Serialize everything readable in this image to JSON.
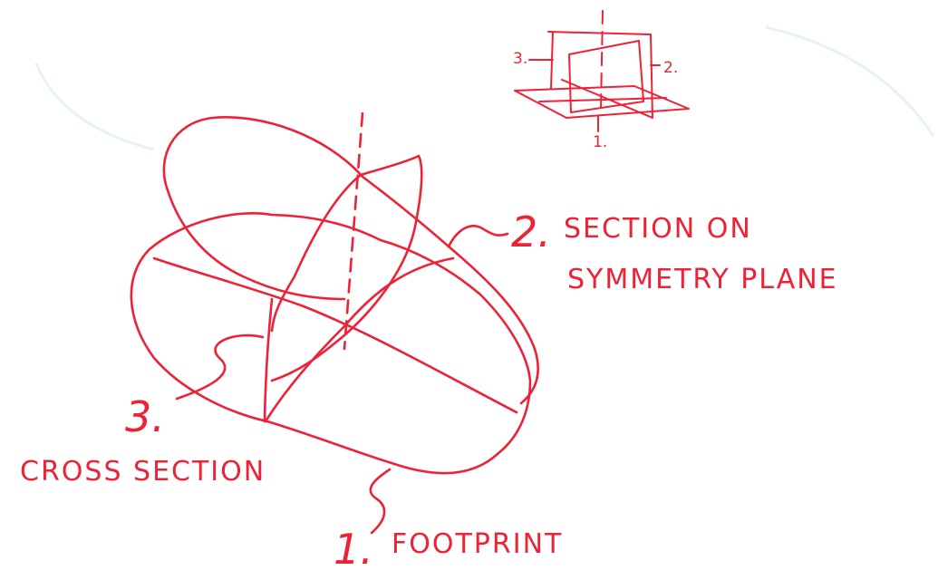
{
  "labels": {
    "footprint": {
      "number": "1.",
      "text": "FOOTPRINT"
    },
    "section": {
      "number": "2.",
      "line1": "SECTION ON",
      "line2": "SYMMETRY PLANE"
    },
    "cross": {
      "number": "3.",
      "text": "CROSS SECTION"
    }
  },
  "inset": {
    "n1": "1.",
    "n2": "2.",
    "n3": "3."
  }
}
